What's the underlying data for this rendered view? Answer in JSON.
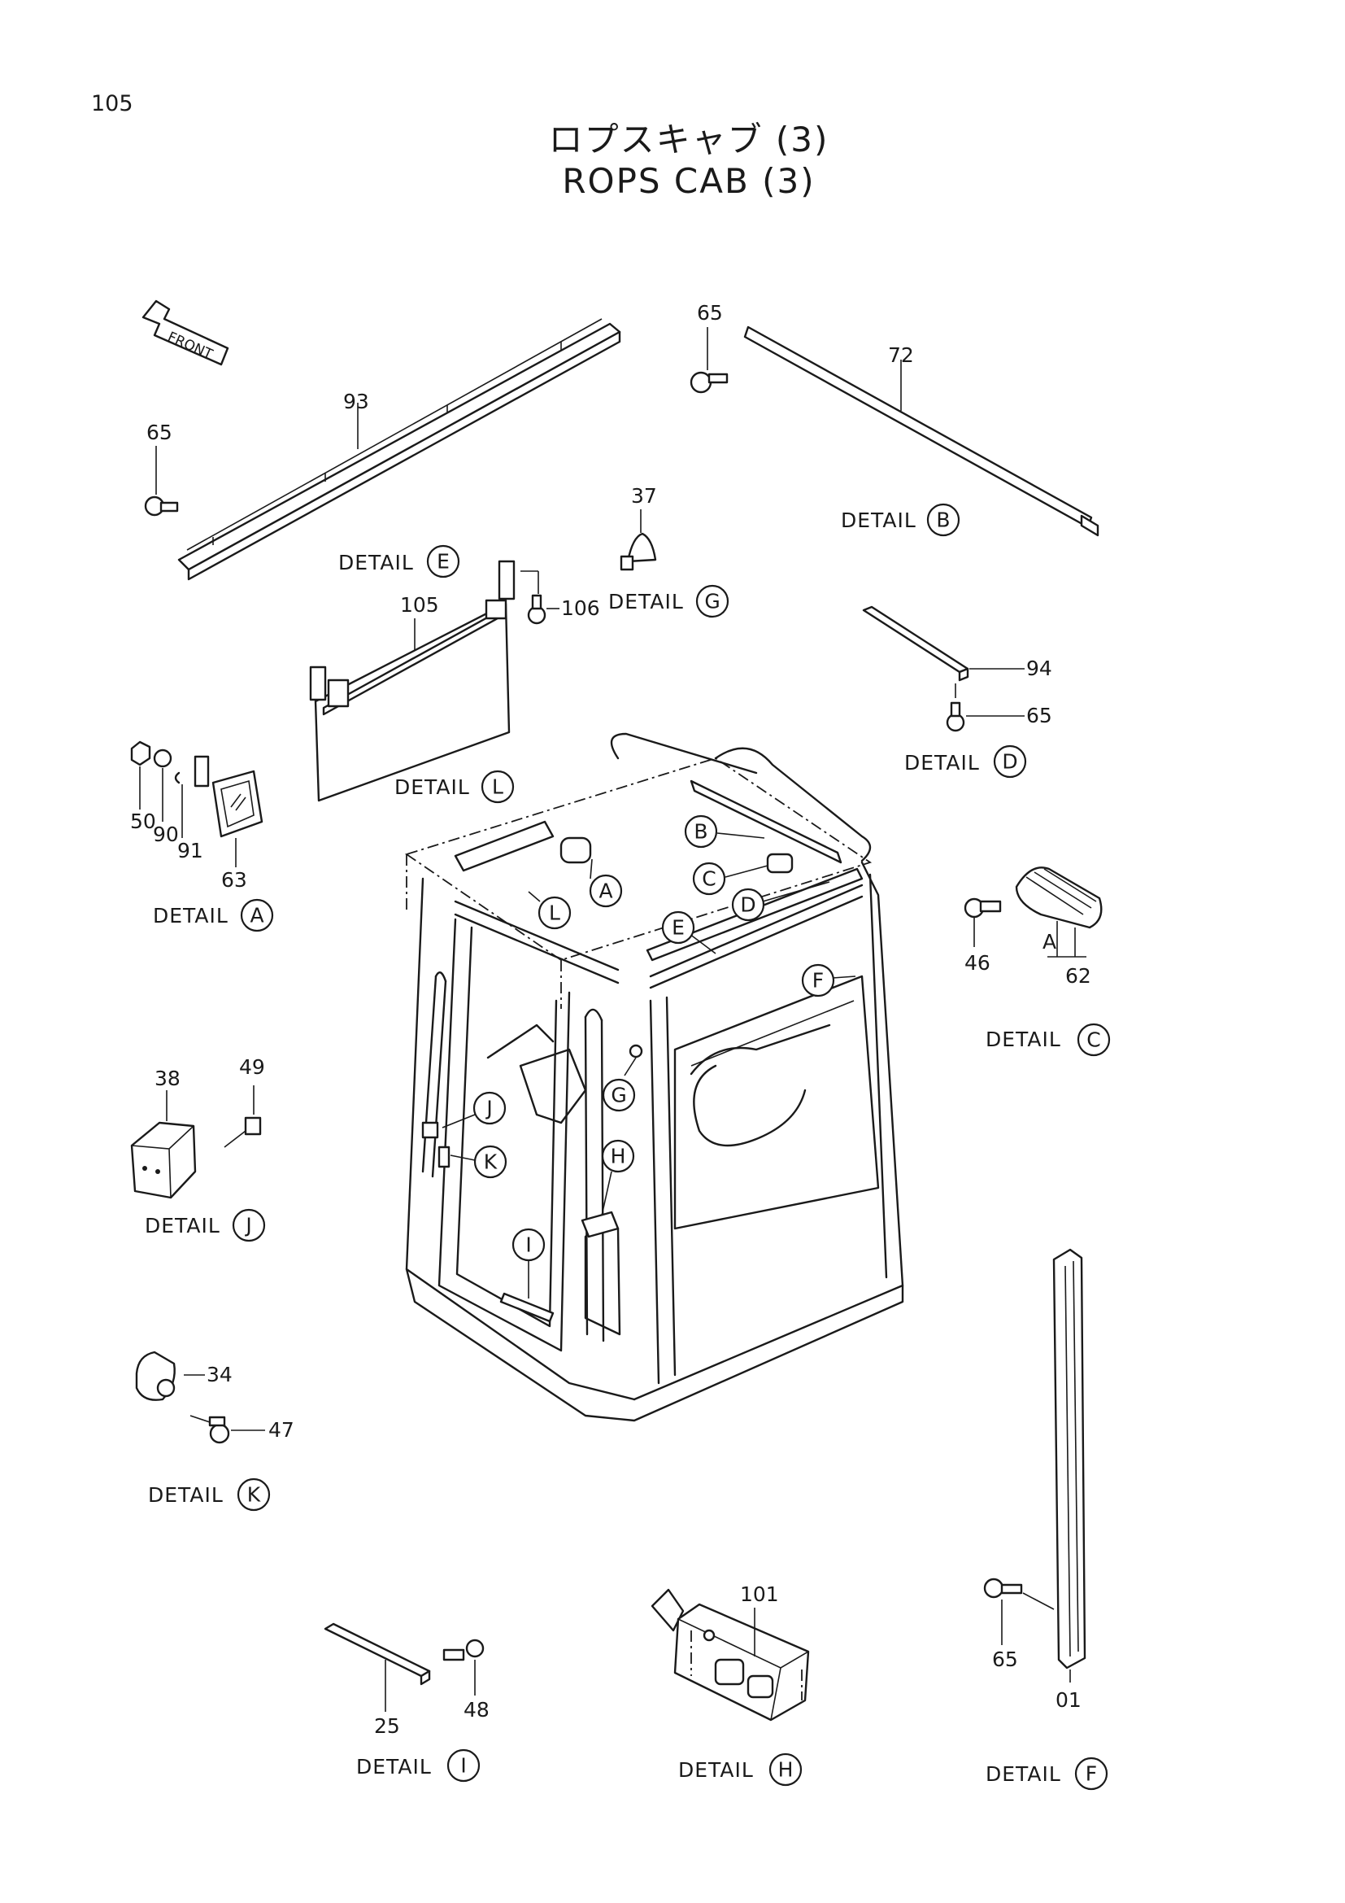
{
  "page_number": "105",
  "title_jp": "ロプスキャブ (3)",
  "title_en": "ROPS  CAB  (3)",
  "front_label": "FRONT",
  "detail_word": "DETAIL",
  "details": [
    {
      "id": "E",
      "label": "DETAIL"
    },
    {
      "id": "B",
      "label": "DETAIL"
    },
    {
      "id": "G",
      "label": "DETAIL"
    },
    {
      "id": "D",
      "label": "DETAIL"
    },
    {
      "id": "L",
      "label": "DETAIL"
    },
    {
      "id": "A",
      "label": "DETAIL"
    },
    {
      "id": "C",
      "label": "DETAIL"
    },
    {
      "id": "J",
      "label": "DETAIL"
    },
    {
      "id": "K",
      "label": "DETAIL"
    },
    {
      "id": "I",
      "label": "DETAIL"
    },
    {
      "id": "H",
      "label": "DETAIL"
    },
    {
      "id": "F",
      "label": "DETAIL"
    }
  ],
  "part_numbers": {
    "p93": "93",
    "p65a": "65",
    "p65b": "65",
    "p72": "72",
    "p37": "37",
    "p105": "105",
    "p106": "106",
    "p94": "94",
    "p65c": "65",
    "p50": "50",
    "p90": "90",
    "p91": "91",
    "p63": "63",
    "p46": "46",
    "p62": "62",
    "p62A": "A",
    "p38": "38",
    "p49": "49",
    "p34": "34",
    "p47": "47",
    "p25": "25",
    "p48": "48",
    "p101": "101",
    "p65d": "65",
    "p01": "01"
  },
  "cab_callouts": [
    "B",
    "C",
    "D",
    "A",
    "L",
    "E",
    "F",
    "G",
    "J",
    "K",
    "H",
    "I"
  ]
}
